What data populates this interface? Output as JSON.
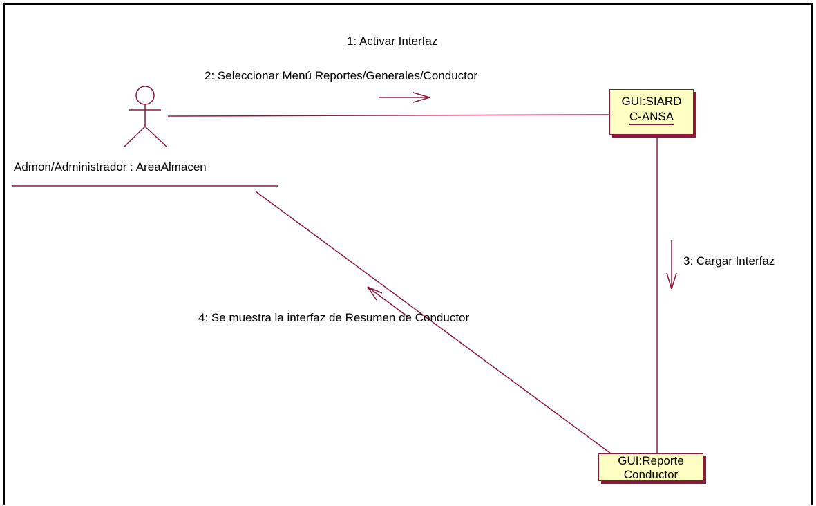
{
  "diagram": {
    "actor": {
      "name": "Admon/Administrador : AreaAlmacen"
    },
    "objects": {
      "gui_siard": {
        "line1": "GUI:SIARD",
        "line2": "C-ANSA"
      },
      "gui_reporte": {
        "line1": "GUI:Reporte",
        "line2": "Conductor"
      }
    },
    "messages": {
      "m1": "1: Activar Interfaz",
      "m2": "2: Seleccionar Menú Reportes/Generales/Conductor",
      "m3": "3: Cargar Interfaz",
      "m4": "4: Se muestra la interfaz de Resumen de Conductor"
    },
    "colors": {
      "line": "#8a1a3a",
      "object_fill": "#ffffc4",
      "frame": "#000000"
    }
  }
}
